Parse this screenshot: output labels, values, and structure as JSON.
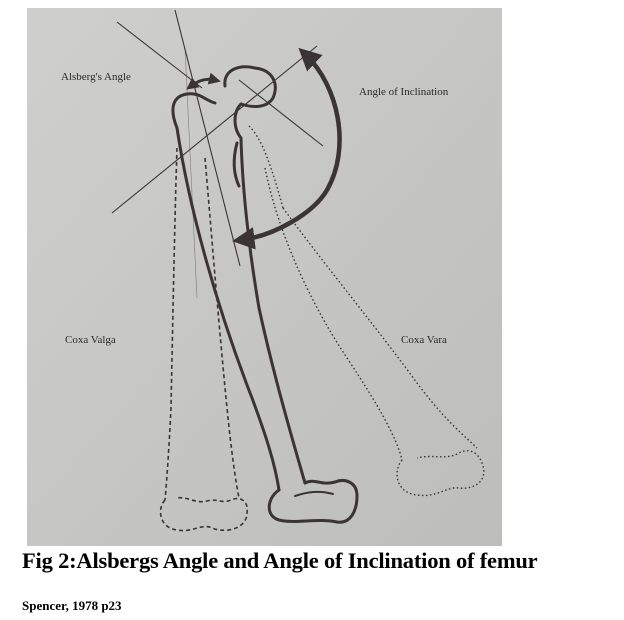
{
  "figure": {
    "labels": {
      "alsberg_angle": "Alsberg's Angle",
      "angle_of_inclination": "Angle of Inclination",
      "coxa_valga": "Coxa Valga",
      "coxa_vara": "Coxa Vara"
    },
    "colors": {
      "paper": "#c7c7c5",
      "ink": "#3a3436"
    }
  },
  "caption": {
    "text": "Fig 2:Alsbergs Angle and Angle of Inclination of femur"
  },
  "source": {
    "text": "Spencer, 1978 p23"
  }
}
